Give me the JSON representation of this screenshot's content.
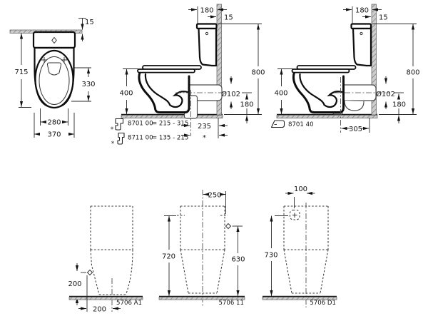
{
  "drawing": {
    "front_view": {
      "d15": "15",
      "d715": "715",
      "d330": "330",
      "d280": "280",
      "d370": "370"
    },
    "side_floor": {
      "d180": "180",
      "d15": "15",
      "d800": "800",
      "d400": "400",
      "dia": "Ø102",
      "d180b": "180",
      "d235": "235",
      "ast": "*",
      "code1": "8701 00",
      "range1": "= 215 - 315",
      "code2": "8711 00",
      "range2": "= 135 - 215"
    },
    "side_wall": {
      "d180": "180",
      "d15": "15",
      "d800": "800",
      "d400": "400",
      "dia": "Ø102",
      "d180b": "180",
      "d305": "305",
      "code": "8701 40"
    },
    "outline_side": {
      "d200v": "200",
      "d200h": "200",
      "model": "5706 A1"
    },
    "outline_front": {
      "d250": "250",
      "d720": "720",
      "d630": "630",
      "model": "5706 11"
    },
    "outline_back": {
      "d100": "100",
      "d730": "730",
      "model": "5706 D1"
    }
  }
}
